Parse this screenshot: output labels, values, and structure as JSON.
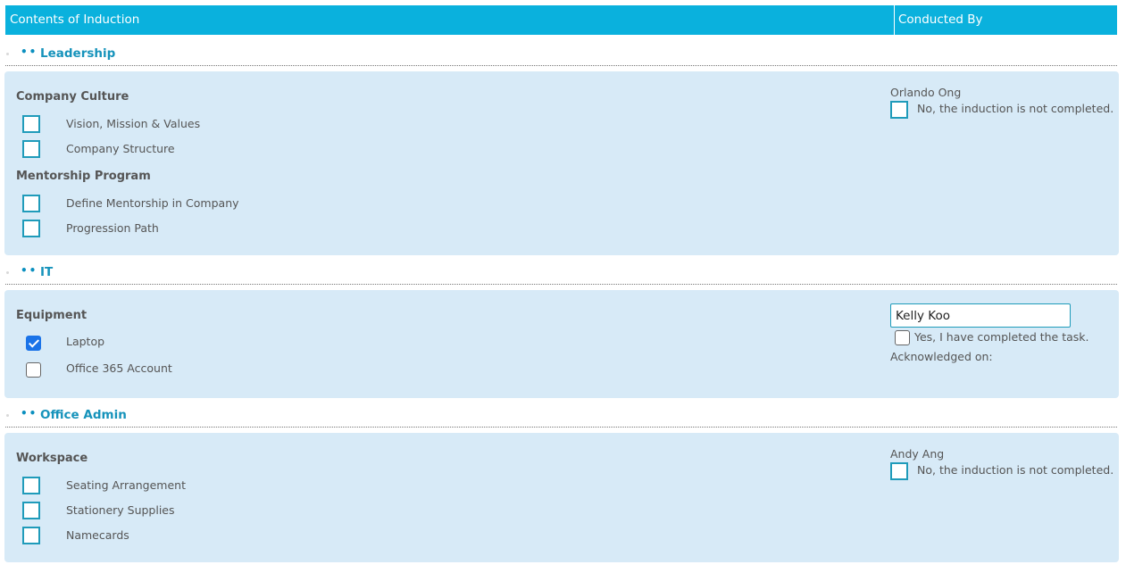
{
  "header": {
    "col_contents": "Contents of Induction",
    "col_conducted_by": "Conducted By"
  },
  "sections": [
    {
      "title": "Leadership",
      "groups": [
        {
          "label": "Company Culture",
          "items": [
            "Vision, Mission & Values",
            "Company Structure"
          ]
        },
        {
          "label": "Mentorship Program",
          "items": [
            "Define Mentorship in Company",
            "Progression Path"
          ]
        }
      ],
      "conducted_by": "Orlando Ong",
      "status_text": "No, the induction is not completed."
    },
    {
      "title": "IT",
      "groups": [
        {
          "label": "Equipment",
          "items": [
            "Laptop",
            "Office 365 Account"
          ]
        }
      ],
      "conducted_by_input_value": "Kelly Koo",
      "ack_checkbox_label": "Yes, I have completed the task.",
      "acknowledged_on_label": "Acknowledged on:"
    },
    {
      "title": "Office Admin",
      "groups": [
        {
          "label": "Workspace",
          "items": [
            "Seating Arrangement",
            "Stationery Supplies",
            "Namecards"
          ]
        }
      ],
      "conducted_by": "Andy Ang",
      "status_text": "No, the induction is not completed."
    }
  ],
  "icons": {
    "section_bullet": "double-dot-bullet-icon",
    "checked": "checkmark-icon"
  },
  "colors": {
    "header_bg": "#0ab1dd",
    "panel_bg": "#d7eaf7",
    "accent": "#1693bb",
    "checked_blue": "#1a73e8"
  }
}
